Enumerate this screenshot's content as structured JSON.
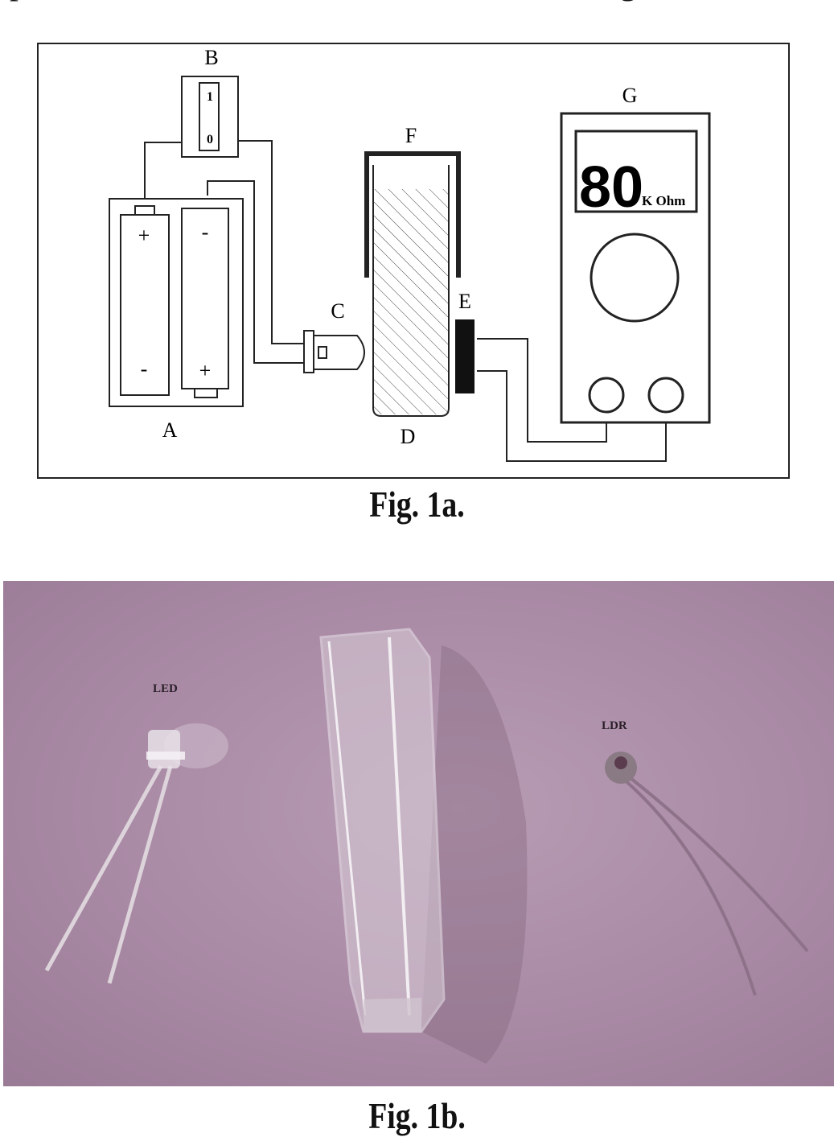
{
  "header_fragment": {
    "left": "p",
    "right": "g"
  },
  "figure_1a": {
    "caption": "Fig. 1a.",
    "labels": {
      "A": "A",
      "B": "B",
      "C": "C",
      "D": "D",
      "E": "E",
      "F": "F",
      "G": "G"
    },
    "switch": {
      "on": "1",
      "off": "0"
    },
    "battery_left": {
      "top": "+",
      "bottom": "-"
    },
    "battery_right": {
      "top": "-",
      "bottom": "+"
    },
    "meter": {
      "reading": "80",
      "unit": "K Ohm"
    }
  },
  "figure_1b": {
    "caption": "Fig. 1b.",
    "labels": {
      "led": "LED",
      "ldr": "LDR"
    }
  }
}
